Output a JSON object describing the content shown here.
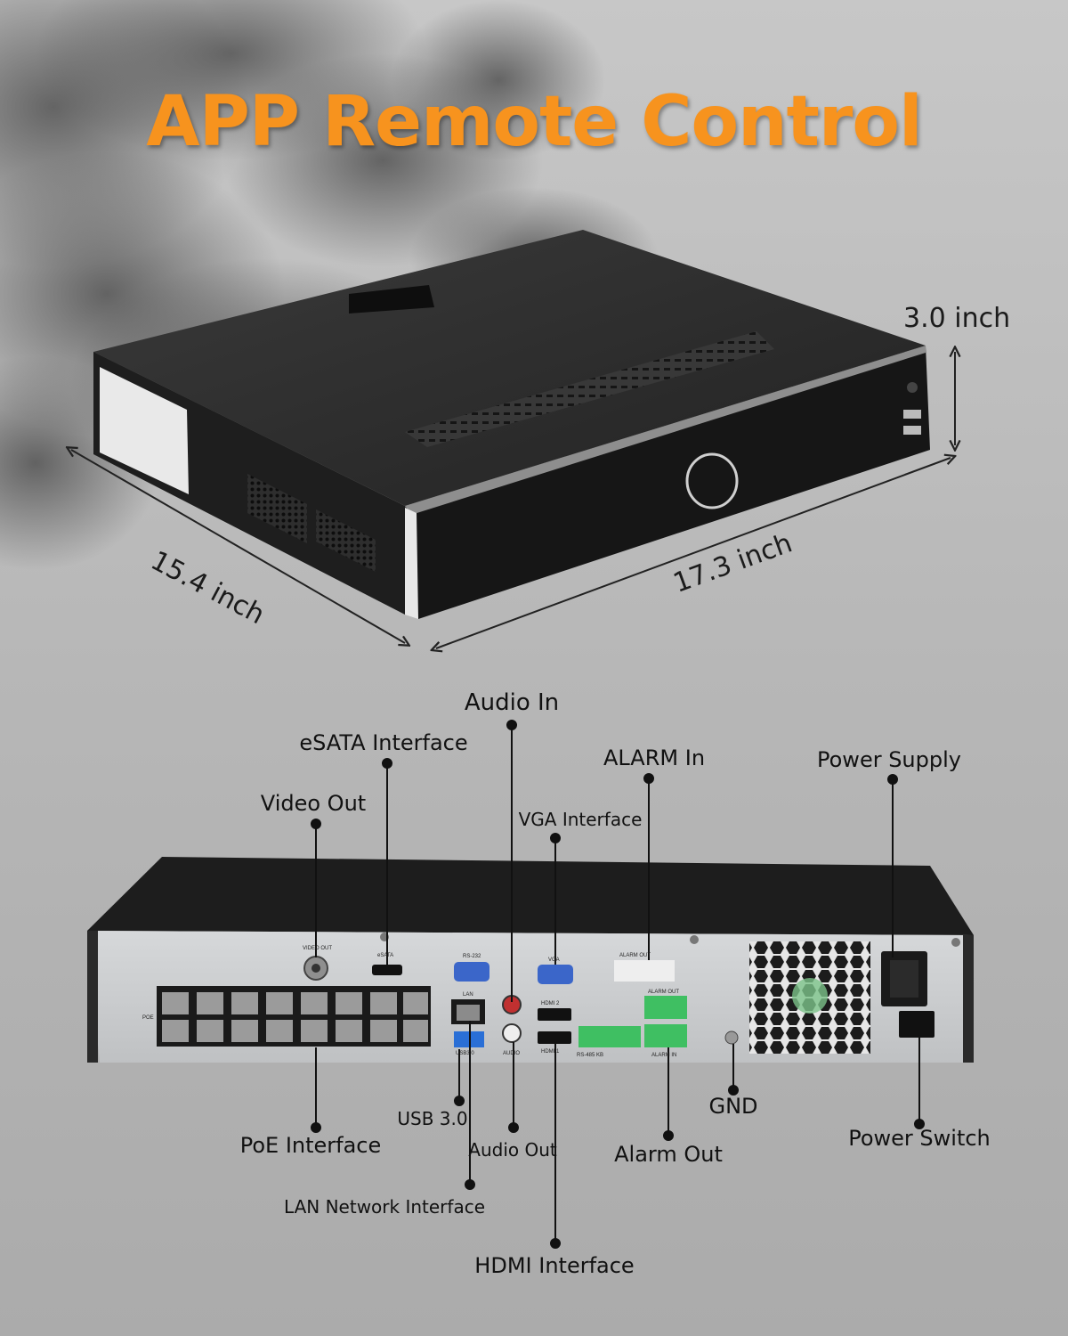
{
  "title": {
    "text": "APP Remote Control",
    "color": "#f7931e"
  },
  "dimensions": {
    "height": "3.0 inch",
    "depth": "15.4 inch",
    "width": "17.3 inch"
  },
  "callouts": {
    "audio_in": "Audio In",
    "esata": "eSATA Interface",
    "alarm_in": "ALARM In",
    "power_supply": "Power Supply",
    "video_out": "Video Out",
    "vga": "VGA Interface",
    "usb": "USB 3.0",
    "gnd": "GND",
    "poe": "PoE Interface",
    "audio_out": "Audio Out",
    "alarm_out": "Alarm Out",
    "power_switch": "Power Switch",
    "lan": "LAN Network Interface",
    "hdmi": "HDMI Interface"
  },
  "panel_text": {
    "video_out": "VIDEO OUT",
    "esata": "eSATA",
    "rs232": "RS-232",
    "vga": "VGA",
    "alarm_out_top": "ALARM OUT",
    "lan": "LAN",
    "hdmi2": "HDMI 2",
    "hdmi1": "HDMI 1",
    "usb": "USB3.0",
    "poe": "POE",
    "audio": "AUDIO",
    "rs485": "RS-485 KB",
    "alarm_in": "ALARM IN",
    "alarm_out": "ALARM OUT"
  },
  "colors": {
    "device_top": "#2b2b2b",
    "device_front": "#1c1c1c",
    "rear_panel": "#c9cbcd",
    "terminal_green": "#3fbf62",
    "usb_blue": "#2a6fd6",
    "vga_blue": "#3b66c9"
  }
}
